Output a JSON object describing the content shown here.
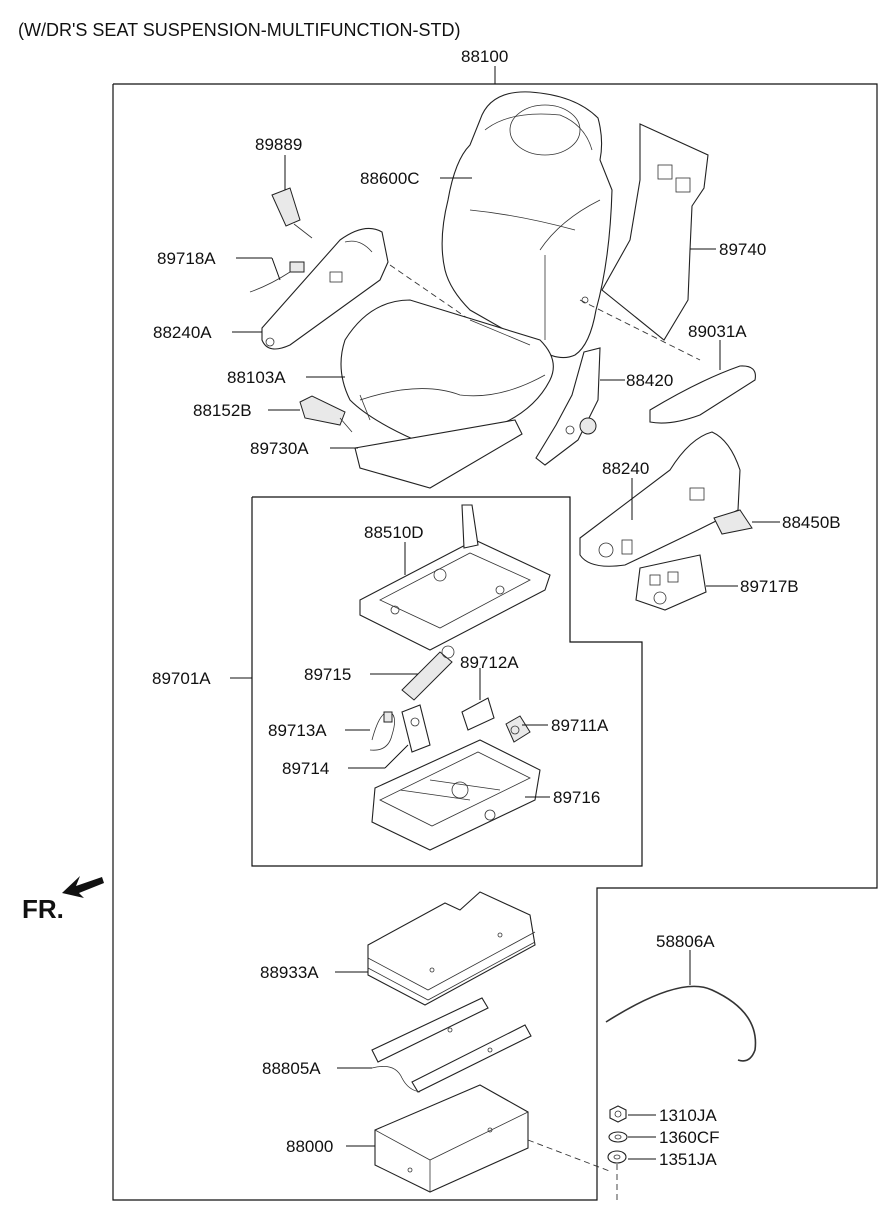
{
  "title": "(W/DR'S SEAT SUSPENSION-MULTIFUNCTION-STD)",
  "front_marker": "FR.",
  "labels": {
    "p88100": "88100",
    "p89889": "89889",
    "p88600C": "88600C",
    "p89740": "89740",
    "p89718A": "89718A",
    "p88240A": "88240A",
    "p89031A": "89031A",
    "p88103A": "88103A",
    "p88420": "88420",
    "p88152B": "88152B",
    "p89730A": "89730A",
    "p88240": "88240",
    "p88450B": "88450B",
    "p88510D": "88510D",
    "p89717B": "89717B",
    "p89701A": "89701A",
    "p89715": "89715",
    "p89712A": "89712A",
    "p89713A": "89713A",
    "p89711A": "89711A",
    "p89714": "89714",
    "p89716": "89716",
    "p58806A": "58806A",
    "p88933A": "88933A",
    "p88805A": "88805A",
    "p1310JA": "1310JA",
    "p88000": "88000",
    "p1360CF": "1360CF",
    "p1351JA": "1351JA"
  }
}
